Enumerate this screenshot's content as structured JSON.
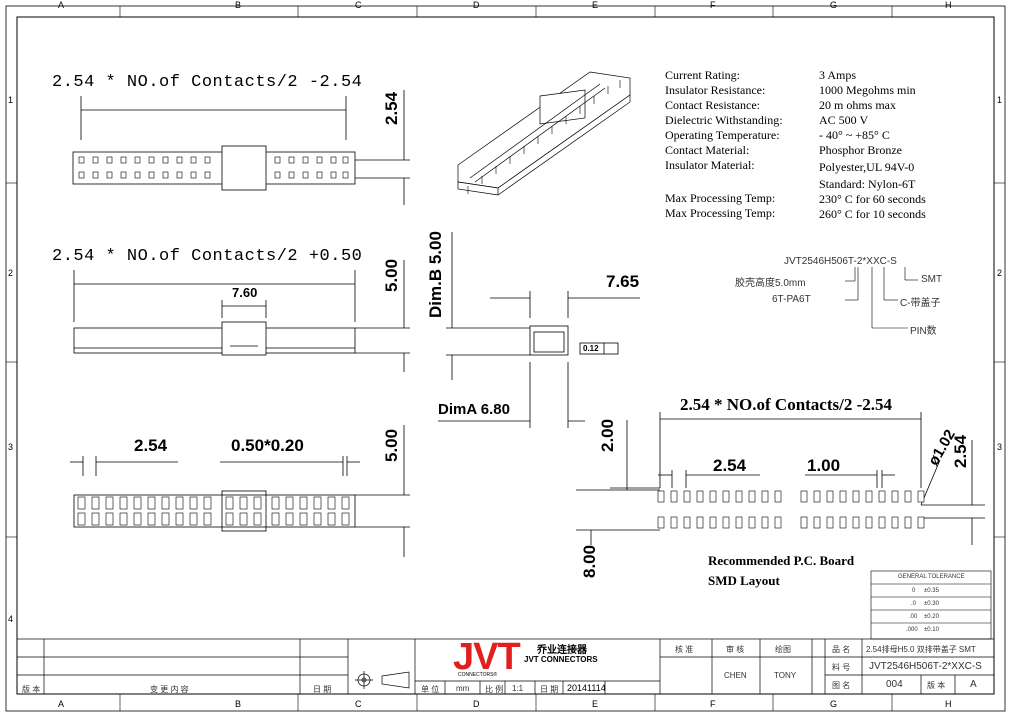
{
  "zones": {
    "columns": [
      "A",
      "B",
      "C",
      "D",
      "E",
      "F",
      "G",
      "H"
    ],
    "rows": [
      "1",
      "2",
      "3",
      "4"
    ]
  },
  "top_view": {
    "label": "2.54 * NO.of Contacts/2 -2.54",
    "height_dim": "2.54"
  },
  "side_view": {
    "label": "2.54 * NO.of Contacts/2 +0.50",
    "inner_dim": "7.60",
    "height_dim": "5.00"
  },
  "end_view": {
    "dim_b": "Dim.B 5.00",
    "width_dim": "7.65",
    "dim_a": "DimA 6.80",
    "flatness": "0.12"
  },
  "bottom_view": {
    "pitch": "2.54",
    "pin": "0.50*0.20",
    "height_dim": "5.00"
  },
  "specs": [
    {
      "label": "Current Rating:",
      "value": "3 Amps"
    },
    {
      "label": "Insulator Resistance:",
      "value": "1000 Megohms min"
    },
    {
      "label": "Contact Resistance:",
      "value": "20 m ohms max"
    },
    {
      "label": "Dielectric Withstanding:",
      "value": "AC 500 V"
    },
    {
      "label": "Operating Temperature:",
      "value": "- 40° ~ +85° C"
    },
    {
      "label": "Contact Material:",
      "value": "Phosphor Bronze"
    },
    {
      "label": "Insulator Material:",
      "value": "Polyester,UL 94V-0"
    },
    {
      "label": "",
      "value": "Standard: Nylon-6T"
    },
    {
      "label": "Max Processing Temp:",
      "value": "230° C for 60 seconds"
    },
    {
      "label": "Max Processing Temp:",
      "value": "260° C for 10 seconds"
    }
  ],
  "part_number": {
    "code": "JVT2546H506T-2*XXC-S",
    "height_note": "胶壳高度5.0mm",
    "material_note": "6T-PA6T",
    "smt_note": "SMT",
    "cap_note": "C-带盖子",
    "pin_note": "PIN数"
  },
  "pcb_layout": {
    "width_label": "2.54 * NO.of Contacts/2 -2.54",
    "row_dim": "2.00",
    "pitch": "2.54",
    "pad_width": "1.00",
    "hole": "ø1.02",
    "row_pitch": "2.54",
    "overall": "8.00",
    "title_line1": "Recommended P.C. Board",
    "title_line2": "SMD Layout"
  },
  "tolerance": {
    "title": "GENERAL TOLERANCE",
    "rows": [
      {
        "fmt": "0",
        "tol": "±0.35"
      },
      {
        "fmt": ".0",
        "tol": "±0.30"
      },
      {
        "fmt": ".00",
        "tol": "±0.20"
      },
      {
        "fmt": ".000",
        "tol": "±0.10"
      }
    ]
  },
  "title_block": {
    "logo": "JVT",
    "company_cn": "乔业连接器",
    "company_en": "JVT CONNECTORS",
    "connectors_small": "CONNECTORS®",
    "approve": "核 准",
    "review": "审 核",
    "draw": "绘图",
    "reviewer": "CHEN",
    "drafter": "TONY",
    "product_name_label": "品 名",
    "product_name": "2.54排母H5.0 双排带盖子 SMT",
    "part_label": "料 号",
    "part_no": "JVT2546H506T-2*XXC-S",
    "drawing_no_label": "图 名",
    "drawing_no": "004",
    "version_label": "版 本",
    "version": "A",
    "revision_label": "版 本",
    "change_label": "变 更 内 容",
    "date_label": "日 期",
    "unit_label": "单 位",
    "unit": "mm",
    "scale_label": "比 例",
    "scale": "1:1",
    "date2_label": "日 期",
    "date": "20141114"
  }
}
